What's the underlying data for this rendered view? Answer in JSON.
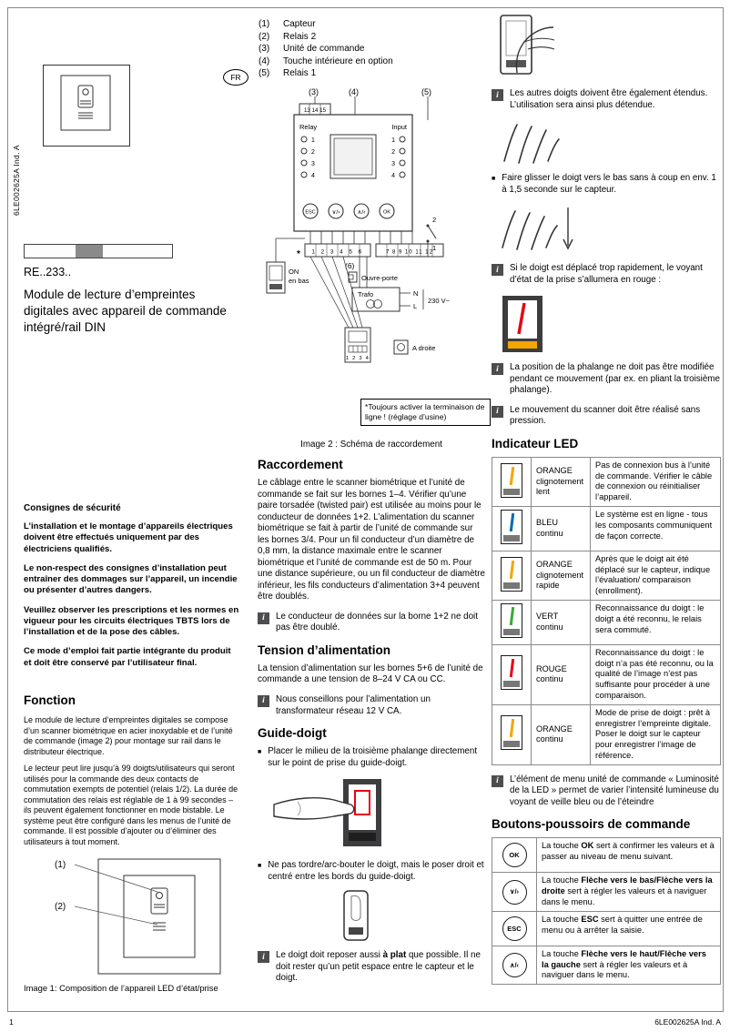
{
  "page": {
    "side_code": "6LE002625A Ind. A",
    "lang_badge": "FR",
    "footer_page": "1",
    "footer_code": "6LE002625A Ind. A"
  },
  "icons": {
    "info_glyph": "i",
    "bullet_glyph": "■"
  },
  "colors": {
    "orange": "#f7a500",
    "blue": "#0069b4",
    "green": "#3aa935",
    "red": "#e30613"
  },
  "left": {
    "product_code": "RE..233..",
    "product_title": "Module de lecture d’empreintes digitales avec appareil de commande intégré/rail DIN",
    "safety": {
      "heading": "Consignes de sécurité",
      "p1": "L’installation et le montage d’appareils électriques doivent être effectués uniquement par des électriciens qualifiés.",
      "p2": "Le non-respect des consignes d’installation peut entraîner des dommages sur l’appareil, un incendie ou présenter d’autres dangers.",
      "p3": "Veuillez observer les prescriptions et les normes en vigueur pour les circuits électriques TBTS lors de l’installation et de la pose des câbles.",
      "p4": "Ce mode d’emploi fait partie intégrante du produit et doit être conservé par l’utilisateur final."
    },
    "fonction": {
      "heading": "Fonction",
      "p1": "Le module de lecture d’empreintes digitales se compose d’un scanner biométrique en acier inoxydable et de l’unité de commande (image 2) pour montage sur rail dans le distributeur électrique.",
      "p2": "Le lecteur peut lire jusqu’à 99 doigts/utilisateurs qui seront utilisés pour la commande des deux contacts de commutation exempts de potentiel (relais 1/2). La durée de commutation des relais est réglable de 1 à 99 secondes – ils peuvent également fonctionner en mode bistable. Le système peut être configuré dans les menus de l’unité de commande. Il est possible d’ajouter ou d’éliminer des utilisateurs à tout moment."
    },
    "figure1": {
      "label1": "(1)",
      "label2": "(2)",
      "caption": "Image 1: Composition de l’appareil LED d’état/prise"
    }
  },
  "legend": {
    "items": [
      {
        "num": "(1)",
        "text": "Capteur"
      },
      {
        "num": "(2)",
        "text": "Relais 2"
      },
      {
        "num": "(3)",
        "text": "Unité de commande"
      },
      {
        "num": "(4)",
        "text": "Touche intérieure en option"
      },
      {
        "num": "(5)",
        "text": "Relais 1"
      }
    ]
  },
  "diagram": {
    "label3": "(3)",
    "label4": "(4)",
    "label5": "(5)",
    "label6": "(6)",
    "top_terminals": "13 14 15",
    "relay_label": "Relay",
    "input_label": "Input",
    "led_numbers": [
      "1",
      "2",
      "3",
      "4"
    ],
    "btn_esc": "ESC",
    "btn_down_right": "∨/›",
    "btn_up_left": "∧/‹",
    "btn_ok": "OK",
    "star_mark": "*",
    "terminals_left": "1 2 3 4 5 6",
    "terminals_right": "7 8 9 10 11 12",
    "switch_2": "2",
    "switch_1": "1",
    "on_label": "ON",
    "en_bas_label": "en bas",
    "ouvre_porte": "Ouvre-porte",
    "trafo": "Trafo",
    "neutral": "N",
    "line": "L",
    "voltage": "230 V~",
    "scanner_terminals": "1 2 3 4",
    "a_droite": "A droite",
    "star_note": "*Toujours activer la terminaison de ligne ! (réglage d’usine)",
    "caption": "Image 2 : Schéma de raccordement"
  },
  "middle": {
    "raccordement": {
      "heading": "Raccordement",
      "p1": "Le câblage entre le scanner biométrique et l’unité de commande se fait sur les bornes 1–4. Vérifier qu’une paire torsadée (twisted pair) est utilisée au moins pour le conducteur de données 1+2. L’alimentation du scanner biométrique se fait à partir de l’unité de commande sur les bornes 3/4. Pour un fil conducteur d’un diamètre de 0,8 mm, la distance maximale entre le scanner biométrique et l’unité de commande est de 50 m. Pour une distance supérieure, ou un fil conducteur de diamètre inférieur, les fils conducteurs d’alimentation 3+4 peuvent être doublés.",
      "note": "Le conducteur de données sur la borne 1+2 ne doit pas être doublé."
    },
    "tension": {
      "heading": "Tension d’alimentation",
      "p1": "La tension d’alimentation sur les bornes 5+6 de l’unité de commande a une tension de 8–24 V CA ou CC.",
      "note": "Nous conseillons pour l’alimentation un transformateur réseau 12 V CA."
    },
    "guide": {
      "heading": "Guide-doigt",
      "bullet1": "Placer le milieu de la troisième phalange directement sur le point de prise du guide-doigt.",
      "bullet2": "Ne pas tordre/arc-bouter le doigt, mais le poser droit et centré entre les bords du guide-doigt.",
      "note_pre": "Le doigt doit reposer aussi ",
      "note_bold": "à plat",
      "note_post": " que possible. Il ne doit rester qu’un petit espace entre le capteur et le doigt."
    }
  },
  "right": {
    "note_fingers": "Les autres doigts doivent être également étendus. L’utilisation sera ainsi plus détendue.",
    "bullet_slide": "Faire glisser le doigt vers le bas sans à coup en env. 1 à 1,5 seconde sur le capteur.",
    "note_fast": "Si le doigt est déplacé trop rapidement, le voyant d’état de la prise s’allumera en rouge :",
    "note_position": "La position de la phalange ne doit pas être modifiée pendant ce mouvement (par ex. en pliant la troisième phalange).",
    "note_pressure": "Le mouvement du scanner doit être réalisé sans pression.",
    "led": {
      "heading": "Indicateur LED",
      "rows": [
        {
          "color": "#f7a500",
          "label": "ORANGE clignotement lent",
          "desc": "Pas de connexion bus à l’unité de commande. Vérifier le câble de connexion ou réinitialiser l’appareil."
        },
        {
          "color": "#0069b4",
          "label": "BLEU continu",
          "desc": "Le système est en ligne - tous les composants communiquent de façon correcte."
        },
        {
          "color": "#f7a500",
          "label": "ORANGE clignotement rapide",
          "desc": "Après que le doigt ait été déplacé sur le capteur, indique l’évaluation/ comparaison (enrollment)."
        },
        {
          "color": "#3aa935",
          "label": "VERT continu",
          "desc": "Reconnaissance du doigt : le doigt a été reconnu, le relais sera commuté."
        },
        {
          "color": "#e30613",
          "label": "ROUGE continu",
          "desc": "Reconnaissance du doigt : le doigt n’a pas été reconnu, ou la qualité de l’image n’est pas suffisante pour procéder à une comparaison."
        },
        {
          "color": "#f7a500",
          "label": "ORANGE continu",
          "desc": "Mode de prise de doigt : prêt à enregistrer l’empreinte digitale. Poser le doigt sur le capteur pour enregistrer l’image de référence."
        }
      ]
    },
    "note_menu": "L’élément de menu unité de commande « Luminosité de la LED » permet de varier l’intensité lumineuse du voyant de veille bleu ou de l’éteindre",
    "buttons": {
      "heading": "Boutons-poussoirs de commande",
      "rows": [
        {
          "icon": "OK",
          "pre": "La touche ",
          "bold": "OK",
          "post": " sert à confirmer les valeurs et à passer au niveau de menu suivant."
        },
        {
          "icon": "∨/›",
          "pre": "La touche ",
          "bold": "Flèche vers le bas/Flèche vers la droite",
          "post": " sert à régler les valeurs et à naviguer dans le menu."
        },
        {
          "icon": "ESC",
          "pre": "La touche ",
          "bold": "ESC",
          "post": " sert à quitter une entrée de menu ou à arrêter la saisie."
        },
        {
          "icon": "∧/‹",
          "pre": "La touche ",
          "bold": "Flèche vers le haut/Flèche vers la gauche",
          "post": " sert à régler les valeurs et à naviguer dans le menu."
        }
      ]
    }
  }
}
